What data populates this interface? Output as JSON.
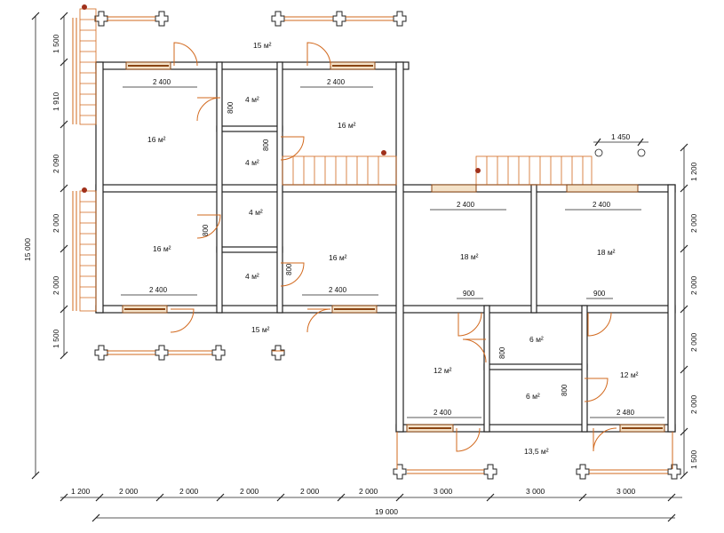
{
  "rooms": {
    "porch_top": "15 м²",
    "r1": "16 м²",
    "r2": "4 м²",
    "r3": "4 м²",
    "r4": "16 м²",
    "r5": "16 м²",
    "r6": "4 м²",
    "r7": "4 м²",
    "r8": "16 м²",
    "r9": "18 м²",
    "r10": "18 м²",
    "porch_bottom": "15 м²",
    "r11": "12 м²",
    "r12": "6 м²",
    "r13": "6 м²",
    "r14": "12 м²",
    "porch_right": "13,5 м²"
  },
  "dims": {
    "left": [
      "1 500",
      "1 910",
      "2 090",
      "2 000",
      "2 000",
      "1 500"
    ],
    "overall_height": "15 000",
    "right": [
      "1 200",
      "2 000",
      "2 000",
      "2 000",
      "2 000",
      "1 500"
    ],
    "bottom": [
      "1 200",
      "2 000",
      "2 000",
      "2 000",
      "2 000",
      "2 000",
      "3 000",
      "3 000",
      "3 000"
    ],
    "overall_width": "19 000",
    "top_right": "1 450",
    "windows": {
      "w1": "2 400",
      "w2": "2 400",
      "w3": "2 400",
      "w4": "2 400",
      "w5": "2 400",
      "w6": "2 400",
      "w7": "2 400",
      "w8": "2 480"
    },
    "doors": {
      "d1": "800",
      "d2": "800",
      "d3": "800",
      "d4": "800",
      "d5": "900",
      "d6": "900",
      "d7": "800",
      "d8": "800"
    }
  }
}
